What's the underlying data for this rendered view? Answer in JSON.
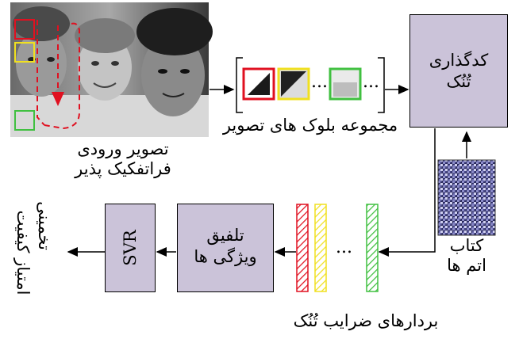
{
  "labels": {
    "input_image_line1": "تصویر ورودی",
    "input_image_line2": "فراتفکیک پذیر",
    "blocks_set": "مجموعه بلوک های تصویر",
    "sparse_coding_line1": "کدگذاری",
    "sparse_coding_line2": "تُنُک",
    "dictionary_line1": "کتاب",
    "dictionary_line2": "اتم ها",
    "sparse_vectors": "بردارهای ضرایب تُنُک",
    "fusion_line1": "تلفیق",
    "fusion_line2": "ویژگی ها",
    "svr": "SVR",
    "quality_line1": "امتیاز کیفیت",
    "quality_line2": "تخمینی",
    "ellipsis": "..."
  },
  "colors": {
    "box_fill": "#cbc3d9",
    "red": "#e01020",
    "yellow": "#f0e020",
    "green": "#40c040"
  }
}
